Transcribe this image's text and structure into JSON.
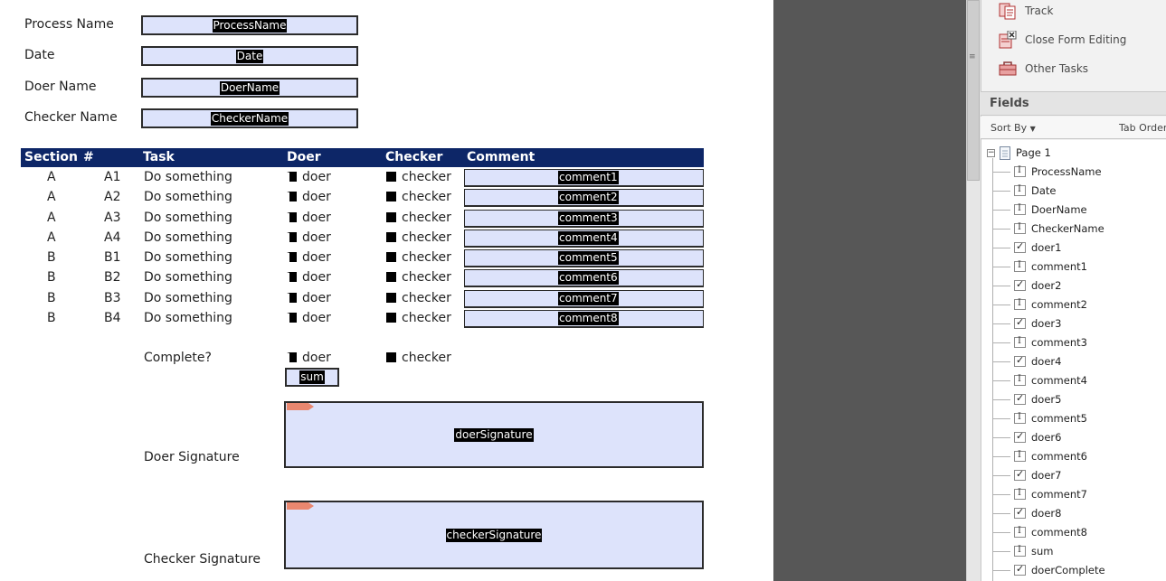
{
  "form": {
    "labels": {
      "process_name": "Process Name",
      "date": "Date",
      "doer_name": "Doer Name",
      "checker_name": "Checker Name"
    },
    "fields": {
      "process_name": "ProcessName",
      "date": "Date",
      "doer_name": "DoerName",
      "checker_name": "CheckerName"
    },
    "table": {
      "headers": [
        "Section",
        "#",
        "Task",
        "Doer",
        "Checker",
        "Comment"
      ],
      "rows": [
        {
          "section": "A",
          "num": "A1",
          "task": "Do something",
          "doer": "doer",
          "checker": "checker",
          "comment": "comment1"
        },
        {
          "section": "A",
          "num": "A2",
          "task": "Do something",
          "doer": "doer",
          "checker": "checker",
          "comment": "comment2"
        },
        {
          "section": "A",
          "num": "A3",
          "task": "Do something",
          "doer": "doer",
          "checker": "checker",
          "comment": "comment3"
        },
        {
          "section": "A",
          "num": "A4",
          "task": "Do something",
          "doer": "doer",
          "checker": "checker",
          "comment": "comment4"
        },
        {
          "section": "B",
          "num": "B1",
          "task": "Do something",
          "doer": "doer",
          "checker": "checker",
          "comment": "comment5"
        },
        {
          "section": "B",
          "num": "B2",
          "task": "Do something",
          "doer": "doer",
          "checker": "checker",
          "comment": "comment6"
        },
        {
          "section": "B",
          "num": "B3",
          "task": "Do something",
          "doer": "doer",
          "checker": "checker",
          "comment": "comment7"
        },
        {
          "section": "B",
          "num": "B4",
          "task": "Do something",
          "doer": "doer",
          "checker": "checker",
          "comment": "comment8"
        }
      ]
    },
    "complete": {
      "label": "Complete?",
      "doer": "doer",
      "checker": "checker",
      "sum_field": "sum"
    },
    "signatures": {
      "doer_label": "Doer Signature",
      "doer_field": "doerSignature",
      "checker_label": "Checker Signature",
      "checker_field": "checkerSignature"
    }
  },
  "panel": {
    "tasks": [
      {
        "label": "Track",
        "icon": "track-icon"
      },
      {
        "label": "Close Form Editing",
        "icon": "close-form-editing-icon"
      },
      {
        "label": "Other Tasks",
        "icon": "toolbox-icon"
      }
    ],
    "fields_title": "Fields",
    "sort_by": "Sort By",
    "tab_order": "Tab Order",
    "tree": {
      "page": "Page 1",
      "items": [
        {
          "label": "ProcessName",
          "type": "text"
        },
        {
          "label": "Date",
          "type": "text"
        },
        {
          "label": "DoerName",
          "type": "text"
        },
        {
          "label": "CheckerName",
          "type": "text"
        },
        {
          "label": "doer1",
          "type": "check"
        },
        {
          "label": "comment1",
          "type": "text"
        },
        {
          "label": "doer2",
          "type": "check"
        },
        {
          "label": "comment2",
          "type": "text"
        },
        {
          "label": "doer3",
          "type": "check"
        },
        {
          "label": "comment3",
          "type": "text"
        },
        {
          "label": "doer4",
          "type": "check"
        },
        {
          "label": "comment4",
          "type": "text"
        },
        {
          "label": "doer5",
          "type": "check"
        },
        {
          "label": "comment5",
          "type": "text"
        },
        {
          "label": "doer6",
          "type": "check"
        },
        {
          "label": "comment6",
          "type": "text"
        },
        {
          "label": "doer7",
          "type": "check"
        },
        {
          "label": "comment7",
          "type": "text"
        },
        {
          "label": "doer8",
          "type": "check"
        },
        {
          "label": "comment8",
          "type": "text"
        },
        {
          "label": "sum",
          "type": "text"
        },
        {
          "label": "doerComplete",
          "type": "check"
        }
      ]
    }
  },
  "colors": {
    "field_fill": "#dde3fb",
    "header_navy": "#0d2667",
    "gutter_gray": "#575757"
  }
}
